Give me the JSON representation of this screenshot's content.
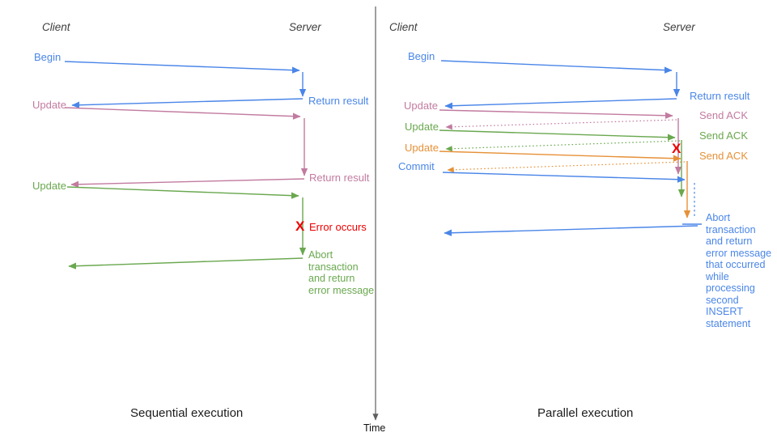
{
  "colors": {
    "blue": "#4a86e8",
    "pink": "#c27ba0",
    "green": "#6aa84f",
    "orange": "#e69138",
    "red": "#ee0000",
    "axis": "#5f5f5f",
    "heading": "#3d3d3d",
    "caption": "#1c1c1c"
  },
  "time_axis": {
    "label": "Time"
  },
  "left": {
    "caption": "Sequential execution",
    "client_header": "Client",
    "server_header": "Server",
    "messages": {
      "begin": "Begin",
      "return_result_1": "Return result",
      "update_1": "Update",
      "return_result_2": "Return result",
      "update_2": "Update",
      "error_x": "X",
      "error_label": "Error occurs",
      "abort_note": "Abort\ntransaction\nand return\nerror message"
    }
  },
  "right": {
    "caption": "Parallel execution",
    "client_header": "Client",
    "server_header": "Server",
    "messages": {
      "begin": "Begin",
      "return_result": "Return result",
      "update_1": "Update",
      "send_ack_1": "Send ACK",
      "update_2": "Update",
      "send_ack_2": "Send ACK",
      "update_3": "Update",
      "send_ack_3": "Send ACK",
      "commit": "Commit",
      "error_x": "X",
      "abort_note": "Abort\ntransaction\nand return\nerror message\nthat occurred\nwhile\nprocessing\nsecond\nINSERT\nstatement"
    }
  }
}
